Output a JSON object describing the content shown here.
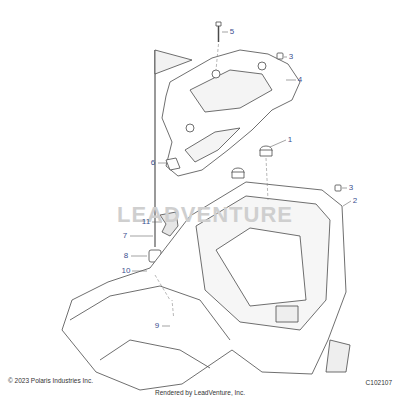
{
  "diagram": {
    "labels": [
      "5",
      "3",
      "4",
      "1",
      "6",
      "3",
      "2",
      "11",
      "7",
      "8",
      "10",
      "LEADVENTURE",
      "9",
      "© 2023 Polaris Industries Inc.",
      "Rendered by LeadVenture, Inc.",
      "C102107"
    ]
  }
}
